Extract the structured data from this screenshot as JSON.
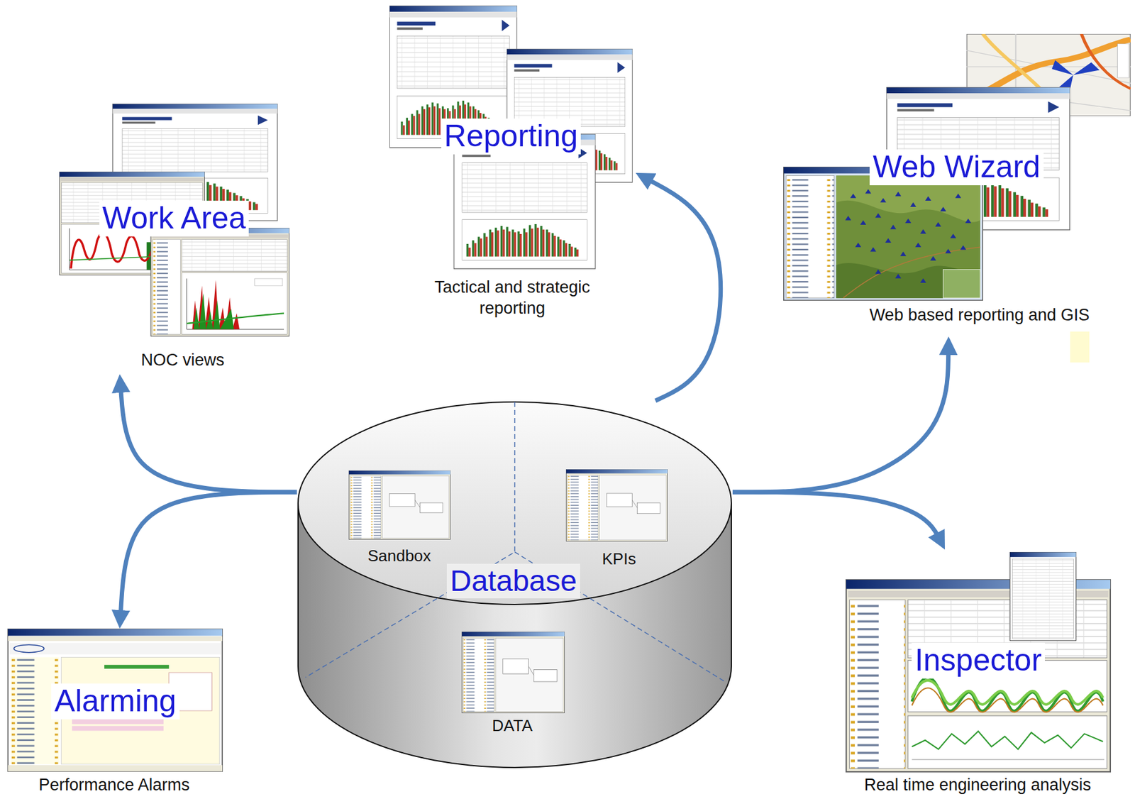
{
  "diagram": {
    "nodes": [
      {
        "text": [
          "Work Area",
          "NOC views"
        ]
      },
      {
        "text": [
          "Reporting",
          "Tactical and strategic reporting"
        ]
      },
      {
        "text": [
          "Web Wizard",
          "Web based reporting and GIS"
        ]
      },
      {
        "text": [
          "Database"
        ]
      },
      {
        "text": [
          "Sandbox"
        ],
        "in": 3
      },
      {
        "text": [
          "KPIs"
        ],
        "in": 3
      },
      {
        "text": [
          "DATA"
        ],
        "in": 3
      },
      {
        "text": [
          "Alarming",
          "Performance Alarms"
        ]
      },
      {
        "text": [
          "Inspector",
          "Real time engineering analysis"
        ]
      }
    ],
    "edges": [
      {
        "from": 3,
        "to": 0,
        "arrow": "to"
      },
      {
        "from": 3,
        "to": 1,
        "arrow": "to"
      },
      {
        "from": 3,
        "to": 2,
        "arrow": "to"
      },
      {
        "from": 3,
        "to": 7,
        "arrow": "to"
      },
      {
        "from": 3,
        "to": 8,
        "arrow": "to"
      }
    ]
  }
}
